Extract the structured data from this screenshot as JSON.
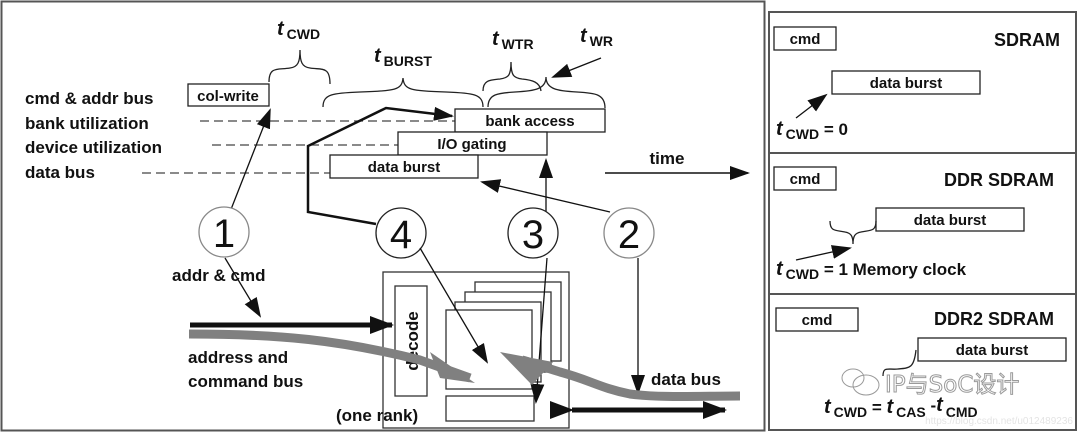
{
  "left_panel": {
    "row_labels": [
      "cmd & addr bus",
      "bank utilization",
      "device utilization",
      "data bus"
    ],
    "col_write": "col-write",
    "t_cwd": {
      "t": "t",
      "sub": "CWD"
    },
    "t_burst": {
      "t": "t",
      "sub": "BURST"
    },
    "t_wtr": {
      "t": "t",
      "sub": "WTR"
    },
    "t_wr": {
      "t": "t",
      "sub": "WR"
    },
    "bank_access": "bank access",
    "io_gating": "I/O gating",
    "data_burst": "data burst",
    "time": "time",
    "steps": [
      "1",
      "2",
      "3",
      "4"
    ],
    "addr_cmd": "addr & cmd",
    "address_bus_line1": "address and",
    "address_bus_line2": "command bus",
    "decode": "decode",
    "one_rank": "(one rank)",
    "data_bus": "data bus"
  },
  "right_panels": [
    {
      "title": "SDRAM",
      "cmd": "cmd",
      "data_burst": "data burst",
      "formula": {
        "t": "t",
        "sub": "CWD",
        "rest": " = 0"
      }
    },
    {
      "title": "DDR SDRAM",
      "cmd": "cmd",
      "data_burst": "data burst",
      "formula": {
        "t": "t",
        "sub": "CWD",
        "rest": " = 1 Memory clock"
      }
    },
    {
      "title": "DDR2 SDRAM",
      "cmd": "cmd",
      "data_burst": "data burst",
      "formula": {
        "t1": "t",
        "sub1": "CWD",
        "eq": " = ",
        "t2": "t",
        "sub2": "CAS",
        "minus": " -",
        "t3": "t",
        "sub3": "CMD"
      }
    }
  ],
  "watermark": {
    "brand": "IP与SoC设计",
    "url": "https://blog.csdn.net/u012489236"
  },
  "colors": {
    "line": "#111111",
    "gray_bus": "#808080",
    "frame": "#555555"
  }
}
